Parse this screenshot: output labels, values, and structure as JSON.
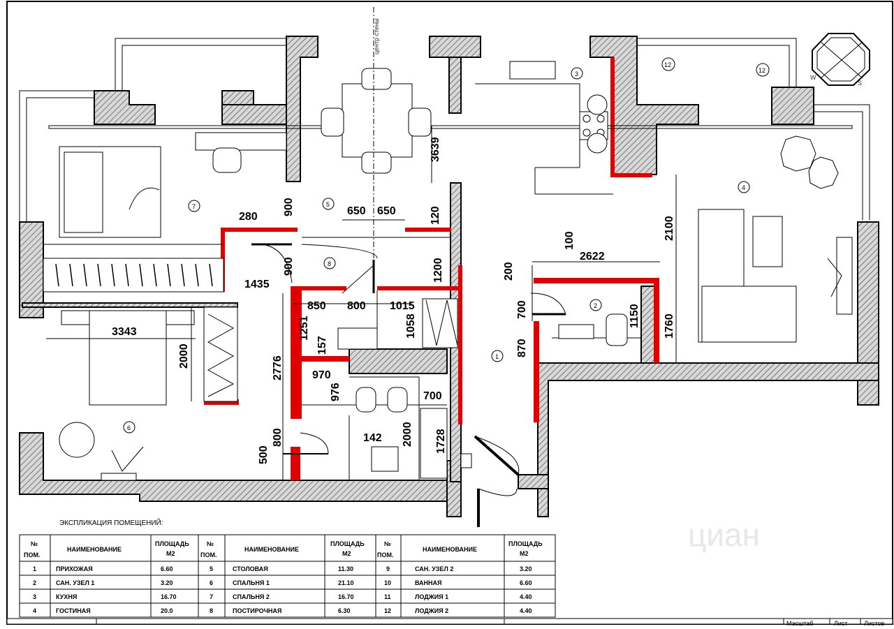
{
  "dimensions": {
    "d280": "280",
    "d900a": "900",
    "d650a": "650",
    "d650b": "650",
    "d120": "120",
    "d3639": "3639",
    "d900b": "900",
    "d1435": "1435",
    "d1200": "1200",
    "d850": "850",
    "d800a": "800",
    "d1015": "1015",
    "d1251": "1251",
    "d157": "157",
    "d1058": "1058",
    "d3343": "3343",
    "d2000a": "2000",
    "d2776": "2776",
    "d970": "970",
    "d976": "976",
    "d700a": "700",
    "d142": "142",
    "d2000b": "2000",
    "d1728": "1728",
    "d800b": "800",
    "d500": "500",
    "d100": "100",
    "d2622": "2622",
    "d200": "200",
    "d700b": "700",
    "d870": "870",
    "d1150": "1150",
    "d2100": "2100",
    "d1760": "1760"
  },
  "vertical_label": "центр стены",
  "room_markers": [
    "1",
    "2",
    "3",
    "4",
    "5",
    "6",
    "7",
    "8",
    "12",
    "12"
  ],
  "compass": {
    "w": "W",
    "s": "S"
  },
  "explication": {
    "title": "ЭКСПЛИКАЦИЯ ПОМЕЩЕНИЙ:",
    "head_num": [
      "№",
      "ПОМ."
    ],
    "head_name": "НАИМЕНОВАНИЕ",
    "head_area": [
      "ПЛОЩАДЬ",
      "М2"
    ],
    "rows": [
      [
        {
          "n": "1",
          "name": "ПРИХОЖАЯ",
          "area": "6.60"
        },
        {
          "n": "5",
          "name": "СТОЛОВАЯ",
          "area": "11.30"
        },
        {
          "n": "9",
          "name": "САН. УЗЕЛ 2",
          "area": "3.20"
        }
      ],
      [
        {
          "n": "2",
          "name": "САН. УЗЕЛ 1",
          "area": "3.20"
        },
        {
          "n": "6",
          "name": "СПАЛЬНЯ 1",
          "area": "21.10"
        },
        {
          "n": "10",
          "name": "ВАННАЯ",
          "area": "6.60"
        }
      ],
      [
        {
          "n": "3",
          "name": "КУХНЯ",
          "area": "16.70"
        },
        {
          "n": "7",
          "name": "СПАЛЬНЯ 2",
          "area": "16.70"
        },
        {
          "n": "11",
          "name": "ЛОДЖИЯ 1",
          "area": "4.40"
        }
      ],
      [
        {
          "n": "4",
          "name": "ГОСТИНАЯ",
          "area": "20.0"
        },
        {
          "n": "8",
          "name": "ПОСТИРОЧНАЯ",
          "area": "6.30"
        },
        {
          "n": "12",
          "name": "ЛОДЖИЯ 2",
          "area": "4.40"
        }
      ]
    ]
  },
  "footer": {
    "scale": "Масштаб",
    "sheet": "Лист",
    "sheets": "Листов"
  },
  "watermark": "циан"
}
